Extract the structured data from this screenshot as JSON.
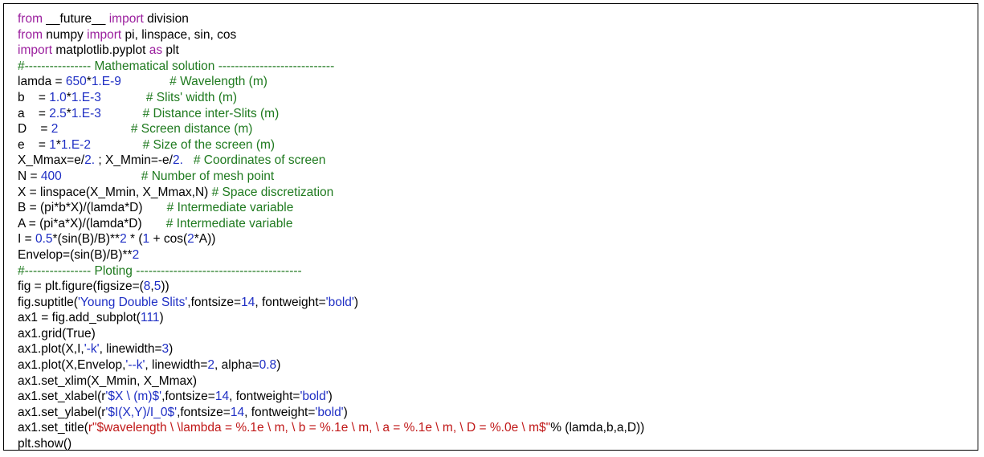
{
  "colors": {
    "keyword": "#9b1f9e",
    "number": "#1f2fc4",
    "comment": "#1f7a1f",
    "string": "#1f2fc4",
    "raw_string": "#c01818",
    "text": "#000000"
  },
  "code_lines": [
    [
      {
        "t": "kw",
        "v": "from"
      },
      {
        "t": "tx",
        "v": " __future__ "
      },
      {
        "t": "kw",
        "v": "import"
      },
      {
        "t": "tx",
        "v": " division"
      }
    ],
    [
      {
        "t": "kw",
        "v": "from"
      },
      {
        "t": "tx",
        "v": " numpy "
      },
      {
        "t": "kw",
        "v": "import"
      },
      {
        "t": "tx",
        "v": " pi, linspace, sin, cos"
      }
    ],
    [
      {
        "t": "kw",
        "v": "import"
      },
      {
        "t": "tx",
        "v": " matplotlib.pyplot "
      },
      {
        "t": "kw",
        "v": "as"
      },
      {
        "t": "tx",
        "v": " plt"
      }
    ],
    [
      {
        "t": "cm",
        "v": "#---------------- Mathematical solution ----------------------------"
      }
    ],
    [
      {
        "t": "tx",
        "v": "lamda = "
      },
      {
        "t": "num",
        "v": "650"
      },
      {
        "t": "tx",
        "v": "*"
      },
      {
        "t": "num",
        "v": "1.E-9"
      },
      {
        "t": "tx",
        "v": "              "
      },
      {
        "t": "cm",
        "v": "# Wavelength (m)"
      }
    ],
    [
      {
        "t": "tx",
        "v": "b    = "
      },
      {
        "t": "num",
        "v": "1.0"
      },
      {
        "t": "tx",
        "v": "*"
      },
      {
        "t": "num",
        "v": "1.E-3"
      },
      {
        "t": "tx",
        "v": "             "
      },
      {
        "t": "cm",
        "v": "# Slits' width (m)"
      }
    ],
    [
      {
        "t": "tx",
        "v": "a    = "
      },
      {
        "t": "num",
        "v": "2.5"
      },
      {
        "t": "tx",
        "v": "*"
      },
      {
        "t": "num",
        "v": "1.E-3"
      },
      {
        "t": "tx",
        "v": "            "
      },
      {
        "t": "cm",
        "v": "# Distance inter-Slits (m)"
      }
    ],
    [
      {
        "t": "tx",
        "v": "D    = "
      },
      {
        "t": "num",
        "v": "2"
      },
      {
        "t": "tx",
        "v": "                     "
      },
      {
        "t": "cm",
        "v": "# Screen distance (m)"
      }
    ],
    [
      {
        "t": "tx",
        "v": "e    = "
      },
      {
        "t": "num",
        "v": "1"
      },
      {
        "t": "tx",
        "v": "*"
      },
      {
        "t": "num",
        "v": "1.E-2"
      },
      {
        "t": "tx",
        "v": "               "
      },
      {
        "t": "cm",
        "v": "# Size of the screen (m)"
      }
    ],
    [
      {
        "t": "tx",
        "v": "X_Mmax=e/"
      },
      {
        "t": "num",
        "v": "2."
      },
      {
        "t": "tx",
        "v": " ; X_Mmin=-e/"
      },
      {
        "t": "num",
        "v": "2."
      },
      {
        "t": "tx",
        "v": "   "
      },
      {
        "t": "cm",
        "v": "# Coordinates of screen"
      }
    ],
    [
      {
        "t": "tx",
        "v": "N = "
      },
      {
        "t": "num",
        "v": "400"
      },
      {
        "t": "tx",
        "v": "                       "
      },
      {
        "t": "cm",
        "v": "# Number of mesh point"
      }
    ],
    [
      {
        "t": "tx",
        "v": "X = linspace(X_Mmin, X_Mmax,N) "
      },
      {
        "t": "cm",
        "v": "# Space discretization"
      }
    ],
    [
      {
        "t": "tx",
        "v": "B = (pi*b*X)/(lamda*D)       "
      },
      {
        "t": "cm",
        "v": "# Intermediate variable"
      }
    ],
    [
      {
        "t": "tx",
        "v": "A = (pi*a*X)/(lamda*D)       "
      },
      {
        "t": "cm",
        "v": "# Intermediate variable"
      }
    ],
    [
      {
        "t": "tx",
        "v": "I = "
      },
      {
        "t": "num",
        "v": "0.5"
      },
      {
        "t": "tx",
        "v": "*(sin(B)/B)**"
      },
      {
        "t": "num",
        "v": "2"
      },
      {
        "t": "tx",
        "v": " * ("
      },
      {
        "t": "num",
        "v": "1"
      },
      {
        "t": "tx",
        "v": " + cos("
      },
      {
        "t": "num",
        "v": "2"
      },
      {
        "t": "tx",
        "v": "*A))"
      }
    ],
    [
      {
        "t": "tx",
        "v": "Envelop=(sin(B)/B)**"
      },
      {
        "t": "num",
        "v": "2"
      }
    ],
    [
      {
        "t": "cm",
        "v": "#---------------- Ploting ----------------------------------------"
      }
    ],
    [
      {
        "t": "tx",
        "v": "fig = plt.figure(figsize=("
      },
      {
        "t": "num",
        "v": "8"
      },
      {
        "t": "tx",
        "v": ","
      },
      {
        "t": "num",
        "v": "5"
      },
      {
        "t": "tx",
        "v": "))"
      }
    ],
    [
      {
        "t": "tx",
        "v": "fig.suptitle("
      },
      {
        "t": "str",
        "v": "'Young Double Slits'"
      },
      {
        "t": "tx",
        "v": ",fontsize="
      },
      {
        "t": "num",
        "v": "14"
      },
      {
        "t": "tx",
        "v": ", fontweight="
      },
      {
        "t": "str",
        "v": "'bold'"
      },
      {
        "t": "tx",
        "v": ")"
      }
    ],
    [
      {
        "t": "tx",
        "v": "ax1 = fig.add_subplot("
      },
      {
        "t": "num",
        "v": "111"
      },
      {
        "t": "tx",
        "v": ")"
      }
    ],
    [
      {
        "t": "tx",
        "v": "ax1.grid(True)"
      }
    ],
    [
      {
        "t": "tx",
        "v": "ax1.plot(X,I,"
      },
      {
        "t": "str",
        "v": "'-k'"
      },
      {
        "t": "tx",
        "v": ", linewidth="
      },
      {
        "t": "num",
        "v": "3"
      },
      {
        "t": "tx",
        "v": ")"
      }
    ],
    [
      {
        "t": "tx",
        "v": "ax1.plot(X,Envelop,"
      },
      {
        "t": "str",
        "v": "'--k'"
      },
      {
        "t": "tx",
        "v": ", linewidth="
      },
      {
        "t": "num",
        "v": "2"
      },
      {
        "t": "tx",
        "v": ", alpha="
      },
      {
        "t": "num",
        "v": "0.8"
      },
      {
        "t": "tx",
        "v": ")"
      }
    ],
    [
      {
        "t": "tx",
        "v": "ax1.set_xlim(X_Mmin, X_Mmax)"
      }
    ],
    [
      {
        "t": "tx",
        "v": "ax1.set_xlabel(r"
      },
      {
        "t": "str",
        "v": "'$X \\ (m)$'"
      },
      {
        "t": "tx",
        "v": ",fontsize="
      },
      {
        "t": "num",
        "v": "14"
      },
      {
        "t": "tx",
        "v": ", fontweight="
      },
      {
        "t": "str",
        "v": "'bold'"
      },
      {
        "t": "tx",
        "v": ")"
      }
    ],
    [
      {
        "t": "tx",
        "v": "ax1.set_ylabel(r"
      },
      {
        "t": "str",
        "v": "'$I(X,Y)/I_0$'"
      },
      {
        "t": "tx",
        "v": ",fontsize="
      },
      {
        "t": "num",
        "v": "14"
      },
      {
        "t": "tx",
        "v": ", fontweight="
      },
      {
        "t": "str",
        "v": "'bold'"
      },
      {
        "t": "tx",
        "v": ")"
      }
    ],
    [
      {
        "t": "tx",
        "v": "ax1.set_title("
      },
      {
        "t": "rstr",
        "v": "r\"$wavelength \\ \\lambda = %.1e \\ m, \\ b = %.1e \\ m, \\ a = %.1e \\ m, \\ D = %.0e \\ m$\""
      },
      {
        "t": "tx",
        "v": "% (lamda,b,a,D))"
      }
    ],
    [
      {
        "t": "tx",
        "v": "plt.show()"
      }
    ]
  ]
}
